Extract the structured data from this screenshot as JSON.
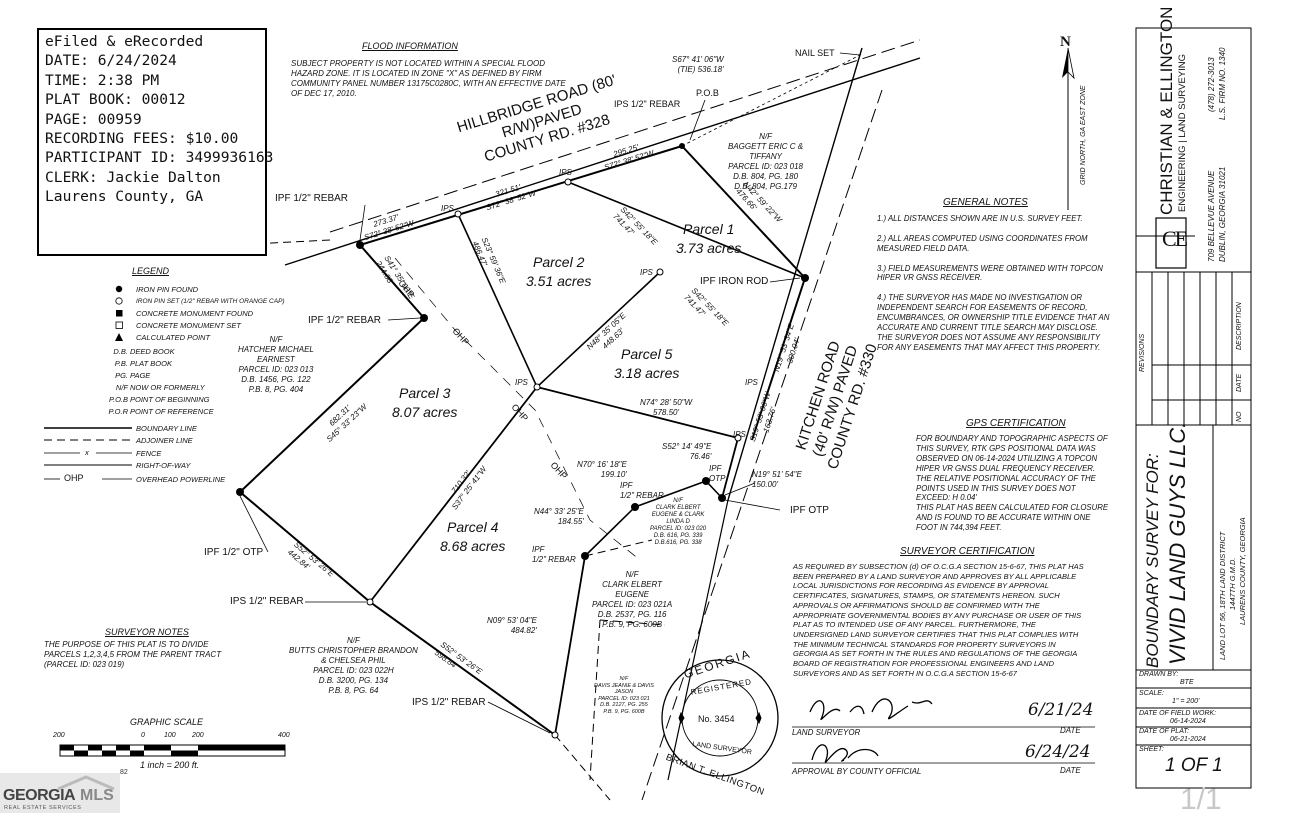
{
  "recording_stamp": {
    "lines": [
      "eFiled & eRecorded",
      "DATE: 6/24/2024",
      "TIME: 2:38 PM",
      "PLAT BOOK: 00012",
      "PAGE: 00959",
      "RECORDING FEES: $10.00",
      "PARTICIPANT ID: 3499936163",
      "CLERK: Jackie Dalton",
      "Laurens County, GA"
    ]
  },
  "flood_information": {
    "title": "FLOOD INFORMATION",
    "lines": [
      "SUBJECT PROPERTY IS NOT LOCATED WITHIN A SPECIAL FLOOD",
      "HAZARD ZONE. IT IS LOCATED IN ZONE \"X\" AS DEFINED BY FIRM",
      "COMMUNITY PANEL NUMBER 13175C0280C, WITH AN EFFECTIVE DATE",
      "OF DEC 17, 2010."
    ]
  },
  "north_arrow": {
    "label": "N",
    "grid_note": "GRID NORTH, GA EAST ZONE"
  },
  "roads": {
    "hillbridge": [
      "HILLBRIDGE ROAD (80'",
      "R/W)PAVED",
      "COUNTY RD. #328"
    ],
    "kitchen": [
      "KITCHEN ROAD",
      "(40' R/W) PAVED",
      "COUNTY RD. #330"
    ]
  },
  "callouts": {
    "nail_set": "NAIL SET",
    "tie": [
      "S67° 41' 06\"W",
      "(TIE)  536.18'"
    ],
    "pob": "P.O.B",
    "ips_rebar_top": "IPS 1/2\" REBAR",
    "ipf_rebar_left": "IPF 1/2\" REBAR",
    "ipf_rebar_mid": "IPF 1/2\" REBAR",
    "ipf_iron_rod": "IPF IRON ROD",
    "ipf_otp_left": "IPF 1/2\" OTP",
    "ips_rebar_bottom1": "IPS 1/2\" REBAR",
    "ips_rebar_bottom2": "IPS 1/2\" REBAR",
    "ipf_otp_right": "IPF OTP",
    "ipf_otp_small": [
      "IPF",
      "OTP"
    ],
    "ipf_rebar_small1": [
      "IPF",
      "1/2\" REBAR"
    ],
    "ipf_rebar_small2": [
      "IPF",
      "1/2\" REBAR"
    ],
    "ips_labels": [
      "IPS",
      "IPS",
      "IPS",
      "IPS",
      "IPS",
      "IPS"
    ],
    "ohp_labels": [
      "OHP",
      "OHP",
      "OHP",
      "OHP"
    ]
  },
  "parcels": [
    {
      "name": "Parcel 1",
      "area": "3.73 acres"
    },
    {
      "name": "Parcel 2",
      "area": "3.51 acres"
    },
    {
      "name": "Parcel 3",
      "area": "8.07 acres"
    },
    {
      "name": "Parcel 4",
      "area": "8.68 acres"
    },
    {
      "name": "Parcel 5",
      "area": "3.18 acres"
    }
  ],
  "bearings": {
    "b1": [
      "295.25'",
      "S72° 38' 52\"W"
    ],
    "b2": [
      "321.51'",
      "S72° 38' 52\"W"
    ],
    "b3": [
      "273.37'",
      "S72° 38' 52\"W"
    ],
    "b4": [
      "S41° 35' 00\"E",
      "244.88'"
    ],
    "b5": [
      "S23° 59' 36\"E",
      "486.47'"
    ],
    "b6": [
      "S42° 55' 18\"E",
      "741.47'"
    ],
    "b7": [
      "N42° 59' 22\"W",
      "476.66'"
    ],
    "b8": [
      "N48° 35' 05\"E",
      "448.63'"
    ],
    "b9": [
      "S42° 55' 18\"E",
      "741.47'"
    ],
    "b10": [
      "N19° 53' 34\"E",
      "300.04'"
    ],
    "b11": [
      "N74° 28' 50\"W",
      "578.50'"
    ],
    "b12": [
      "S19° 53' 06\"W",
      "163.76'"
    ],
    "b13": [
      "S52° 14' 49\"E",
      "76.46'"
    ],
    "b14": [
      "N19° 51' 54\"E",
      "150.00'"
    ],
    "b15": [
      "N70° 16' 18\"E",
      "199.10'"
    ],
    "b16": [
      "N44° 33' 25\"E",
      "184.55'"
    ],
    "b17": [
      "N09° 53' 04\"E",
      "484.82'"
    ],
    "b18": [
      "682.31'",
      "S45° 33' 23\"W"
    ],
    "b19": [
      "710.32'",
      "S37° 25' 41\"W"
    ],
    "b20": [
      "S52° 53' 26\"E",
      "442.84'"
    ],
    "b21": [
      "S52° 53' 26\"E",
      "598.84'"
    ]
  },
  "owners": {
    "baggett": [
      "N/F",
      "BAGGETT ERIC C &",
      "TIFFANY",
      "PARCEL ID: 023 018",
      "D.B. 804, PG. 180",
      "D.B. 804, PG.179"
    ],
    "hatcher": [
      "N/F",
      "HATCHER MICHAEL",
      "EARNEST",
      "PARCEL ID: 023 013",
      "D.B. 1456, PG. 122",
      "P.B. 8, PG. 404"
    ],
    "clark_small": [
      "N/F",
      "CLARK ELBERT",
      "EUGENE & CLARK",
      "LINDA D",
      "PARCEL ID: 023 020",
      "D.B. 616, PG. 339",
      "D.B.616, PG. 338"
    ],
    "clark": [
      "N/F",
      "CLARK ELBERT",
      "EUGENE",
      "PARCEL ID: 023 021A",
      "D.B. 2537, PG. 116",
      "P.B. 9, PG. 600B"
    ],
    "davis": [
      "N/F",
      "DAVIS JEANIE & DAVIS",
      "JASON",
      "PARCEL ID: 023 021",
      "D.B. 2127, PG. 255",
      "P.B. 9, PG. 600B"
    ],
    "butts": [
      "N/F",
      "BUTTS CHRISTOPHER BRANDON",
      "& CHELSEA PHIL",
      "PARCEL ID: 023 022H",
      "D.B. 3200, PG. 134",
      "P.B. 8, PG. 64"
    ]
  },
  "legend": {
    "title": "LEGEND",
    "symbol_items": [
      {
        "icon": "filled-circle",
        "label": "IRON PIN FOUND"
      },
      {
        "icon": "open-circle",
        "label": "IRON PIN SET (1/2\" REBAR WITH ORANGE CAP)"
      },
      {
        "icon": "filled-square",
        "label": "CONCRETE MONUMENT FOUND"
      },
      {
        "icon": "open-square",
        "label": "CONCRETE MONUMENT SET"
      },
      {
        "icon": "filled-triangle",
        "label": "CALCULATED POINT"
      }
    ],
    "abbreviations": [
      {
        "abbr": "D.B.",
        "label": "DEED BOOK"
      },
      {
        "abbr": "P.B.",
        "label": "PLAT BOOK"
      },
      {
        "abbr": "PG.",
        "label": "PAGE"
      },
      {
        "abbr": "N/F",
        "label": "NOW OR FORMERLY"
      },
      {
        "abbr": "P.O.B",
        "label": "POINT OF BEGINNING"
      },
      {
        "abbr": "P.O.R",
        "label": "POINT OF REFERENCE"
      }
    ],
    "line_items": [
      {
        "label": "BOUNDARY LINE"
      },
      {
        "label": "ADJOINER LINE"
      },
      {
        "label": "FENCE",
        "mark": "x"
      },
      {
        "label": "RIGHT-OF-WAY"
      },
      {
        "label": "OVERHEAD POWERLINE",
        "mark": "OHP"
      }
    ]
  },
  "surveyor_notes": {
    "title": "SURVEYOR NOTES",
    "lines": [
      "THE PURPOSE OF THIS PLAT IS TO DIVIDE",
      "PARCELS 1,2,3,4,5 FROM THE PARENT TRACT",
      "(PARCEL ID:  023 019)"
    ]
  },
  "graphic_scale": {
    "title": "GRAPHIC SCALE",
    "ticks": [
      "200",
      "0",
      "100",
      "200",
      "400"
    ],
    "note": "1 inch = 200 ft."
  },
  "general_notes": {
    "title": "GENERAL NOTES",
    "lines": [
      "1.) ALL DISTANCES SHOWN ARE IN U.S. SURVEY FEET.",
      "",
      "2.) ALL AREAS COMPUTED USING COORDINATES FROM",
      "MEASURED FIELD DATA.",
      "",
      "3.) FIELD MEASUREMENTS WERE OBTAINED WITH TOPCON",
      "HIPER VR GNSS RECEIVER.",
      "",
      "4.) THE SURVEYOR HAS MADE NO INVESTIGATION OR",
      "INDEPENDENT SEARCH FOR EASEMENTS OF RECORD,",
      "ENCUMBRANCES, OR OWNERSHIP TITLE EVIDENCE THAT AN",
      "ACCURATE AND CURRENT TITLE SEARCH MAY DISCLOSE.",
      "THE SURVEYOR DOES NOT ASSUME ANY RESPONSIBILITY",
      "FOR ANY EASEMENTS THAT MAY AFFECT THIS PROPERTY."
    ]
  },
  "gps_certification": {
    "title": "GPS CERTIFICATION",
    "lines": [
      "FOR BOUNDARY AND TOPOGRAPHIC ASPECTS OF",
      "THIS SURVEY, RTK GPS POSITIONAL DATA WAS",
      "OBSERVED ON 06-14-2024 UTILIZING A TOPCON",
      "HIPER VR GNSS DUAL FREQUENCY RECEIVER.",
      "THE RELATIVE POSITIONAL ACCURACY OF THE",
      "POINTS USED IN THIS SURVEY DOES NOT",
      "EXCEED: H 0.04'",
      "THIS PLAT HAS BEEN CALCULATED FOR CLOSURE",
      "AND IS FOUND TO BE ACCURATE WITHIN ONE",
      "FOOT IN 744,394 FEET."
    ]
  },
  "surveyor_certification": {
    "title": "SURVEYOR CERTIFICATION",
    "lines": [
      "AS REQUIRED BY SUBSECTION (d) OF O.C.G.A SECTION 15-6-67, THIS PLAT HAS",
      "BEEN PREPARED BY A LAND SURVEYOR AND APPROVES BY ALL APPLICABLE",
      "LOCAL JURISDICTIONS FOR RECORDING AS EVIDENCE BY APPROVAL",
      "CERTIFICATES, SIGNATURES, STAMPS, OR STATEMENTS HEREON. SUCH",
      "APPROVALS OR AFFIRMATIONS SHOULD BE CONFIRMED WITH THE",
      "APPROPRIATE GOVERNMENTAL BODIES BY ANY PURCHASE OR USER OF THIS",
      "PLAT AS TO INTENDED USE OF ANY PARCEL. FURTHERMORE, THE",
      "UNDERSIGNED LAND SURVEYOR CERTIFIES THAT THIS PLAT COMPLIES WITH",
      "THE MINIMUM TECHNICAL STANDARDS FOR PROPERTY SURVEYORS IN",
      "GEORGIA AS SET FORTH IN THE RULES AND REGULATIONS OF THE GEORGIA",
      "BOARD OF REGISTRATION FOR PROFESSIONAL ENGINEERS AND LAND",
      "SURVEYORS AND AS SET FORTH IN O.C.G.A SECTION 15-6-67"
    ],
    "land_surveyor_label": "LAND SURVEYOR",
    "approval_label": "APPROVAL BY COUNTY OFFICIAL",
    "date_label_1": "DATE",
    "date_label_2": "DATE",
    "date_1": "6/21/24",
    "date_2": "6/24/24"
  },
  "seal": {
    "top": "GEORGIA",
    "registered": "REGISTERED",
    "number": "No. 3454",
    "land_surveyor": "LAND SURVEYOR",
    "name": "BRIAN T. ELLINGTON"
  },
  "title_block": {
    "firm_name": "CHRISTIAN & ELLINGTON",
    "firm_sub": "ENGINEERING | LAND SURVEYING",
    "logo_letters": "CE",
    "phone": "(478) 272-3013",
    "firm_no": "L.S. FIRM NO. 1340",
    "address_1": "709 BELLEVUE AVENUE",
    "address_2": "DUBLIN, GEORGIA 31021",
    "revisions_label": "REVISIONS",
    "description_label": "DESCRIPTION",
    "date_label": "DATE",
    "no_label": "NO",
    "survey_for": "BOUNDARY SURVEY FOR:",
    "client": "VIVID LAND GUYS LLC.",
    "location_1": "LAND LOT 56, 18TH LAND DISTRICT",
    "location_2": "1447TH G.M.D.",
    "location_3": "LAURENS COUNTY, GEORGIA",
    "drawn_by_label": "DRAWN BY:",
    "drawn_by": "BTE",
    "scale_label": "SCALE:",
    "scale": "1\" = 200'",
    "field_work_label": "DATE OF FIELD WORK:",
    "field_work": "06-14-2024",
    "plat_date_label": "DATE OF PLAT:",
    "plat_date": "06-21-2024",
    "sheet_label": "SHEET:",
    "sheet": "1 OF 1"
  },
  "footer": {
    "logo_main": "GEORGIA",
    "logo_mls": "MLS",
    "logo_sub": "REAL ESTATE SERVICES",
    "page_indicator": "1/1",
    "bottom_snippet": "82"
  }
}
